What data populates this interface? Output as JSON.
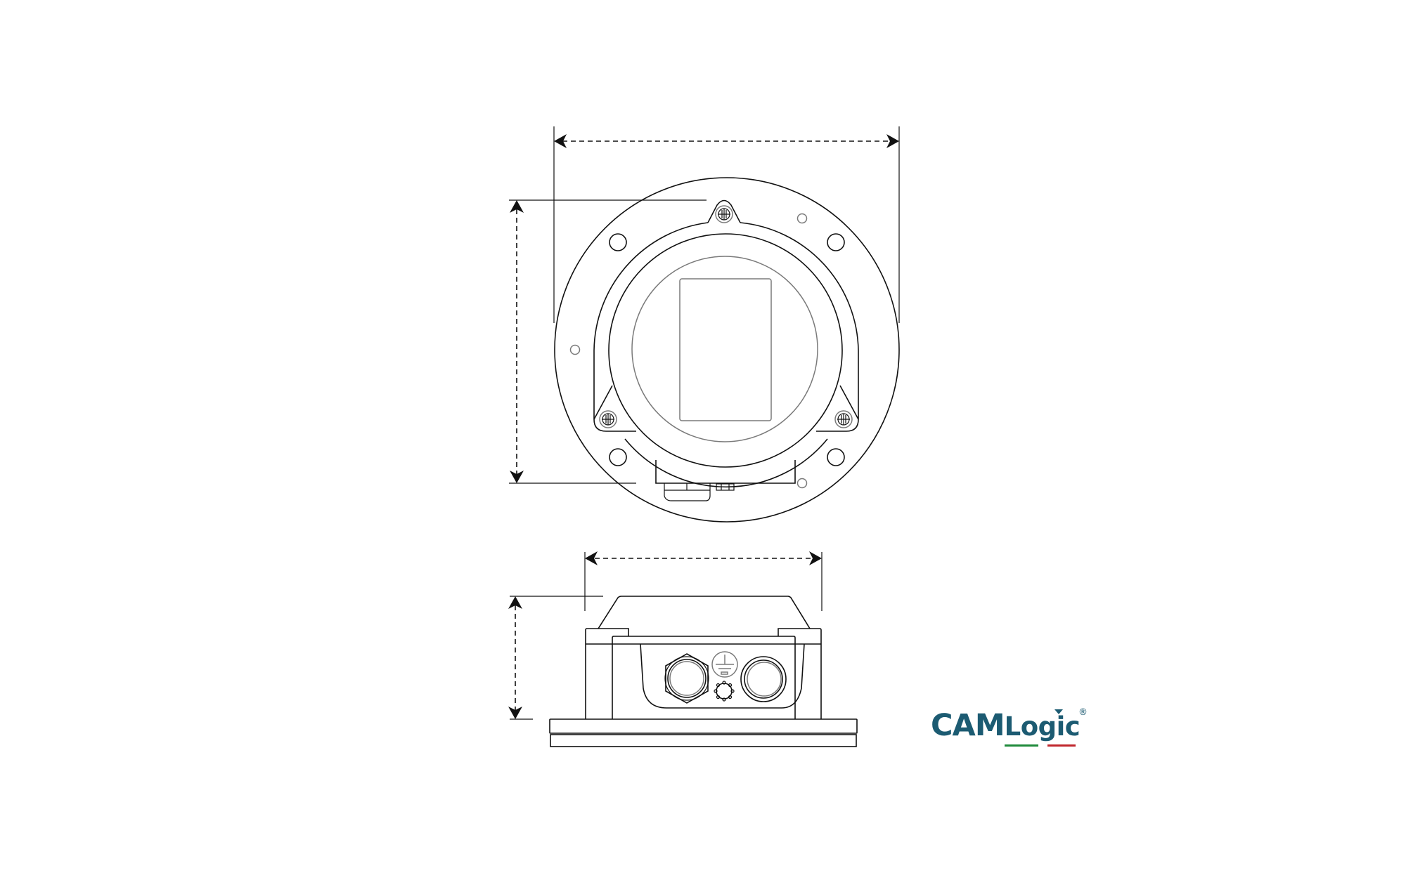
{
  "drawing": {
    "title": "Enclosure dimensional drawing",
    "views": [
      {
        "name": "top-view",
        "description": "Front view of round flange-mounted enclosure with display window"
      },
      {
        "name": "side-view",
        "description": "Side view of enclosure with cable gland, ground terminal and blanking plug"
      }
    ],
    "dimensions": {
      "top_view_width": "",
      "top_view_height": "",
      "side_view_width": "",
      "side_view_height": ""
    }
  },
  "logo": {
    "brand_part1": "CAM",
    "brand_part2": "Logic",
    "registered": "®",
    "colors": {
      "text": "#1c5b72",
      "underline_green": "#1f8a3b",
      "underline_red": "#c0262c"
    }
  },
  "colors": {
    "background": "#ffffff",
    "line": "#111111",
    "secondary_line": "#7a7a7a"
  }
}
